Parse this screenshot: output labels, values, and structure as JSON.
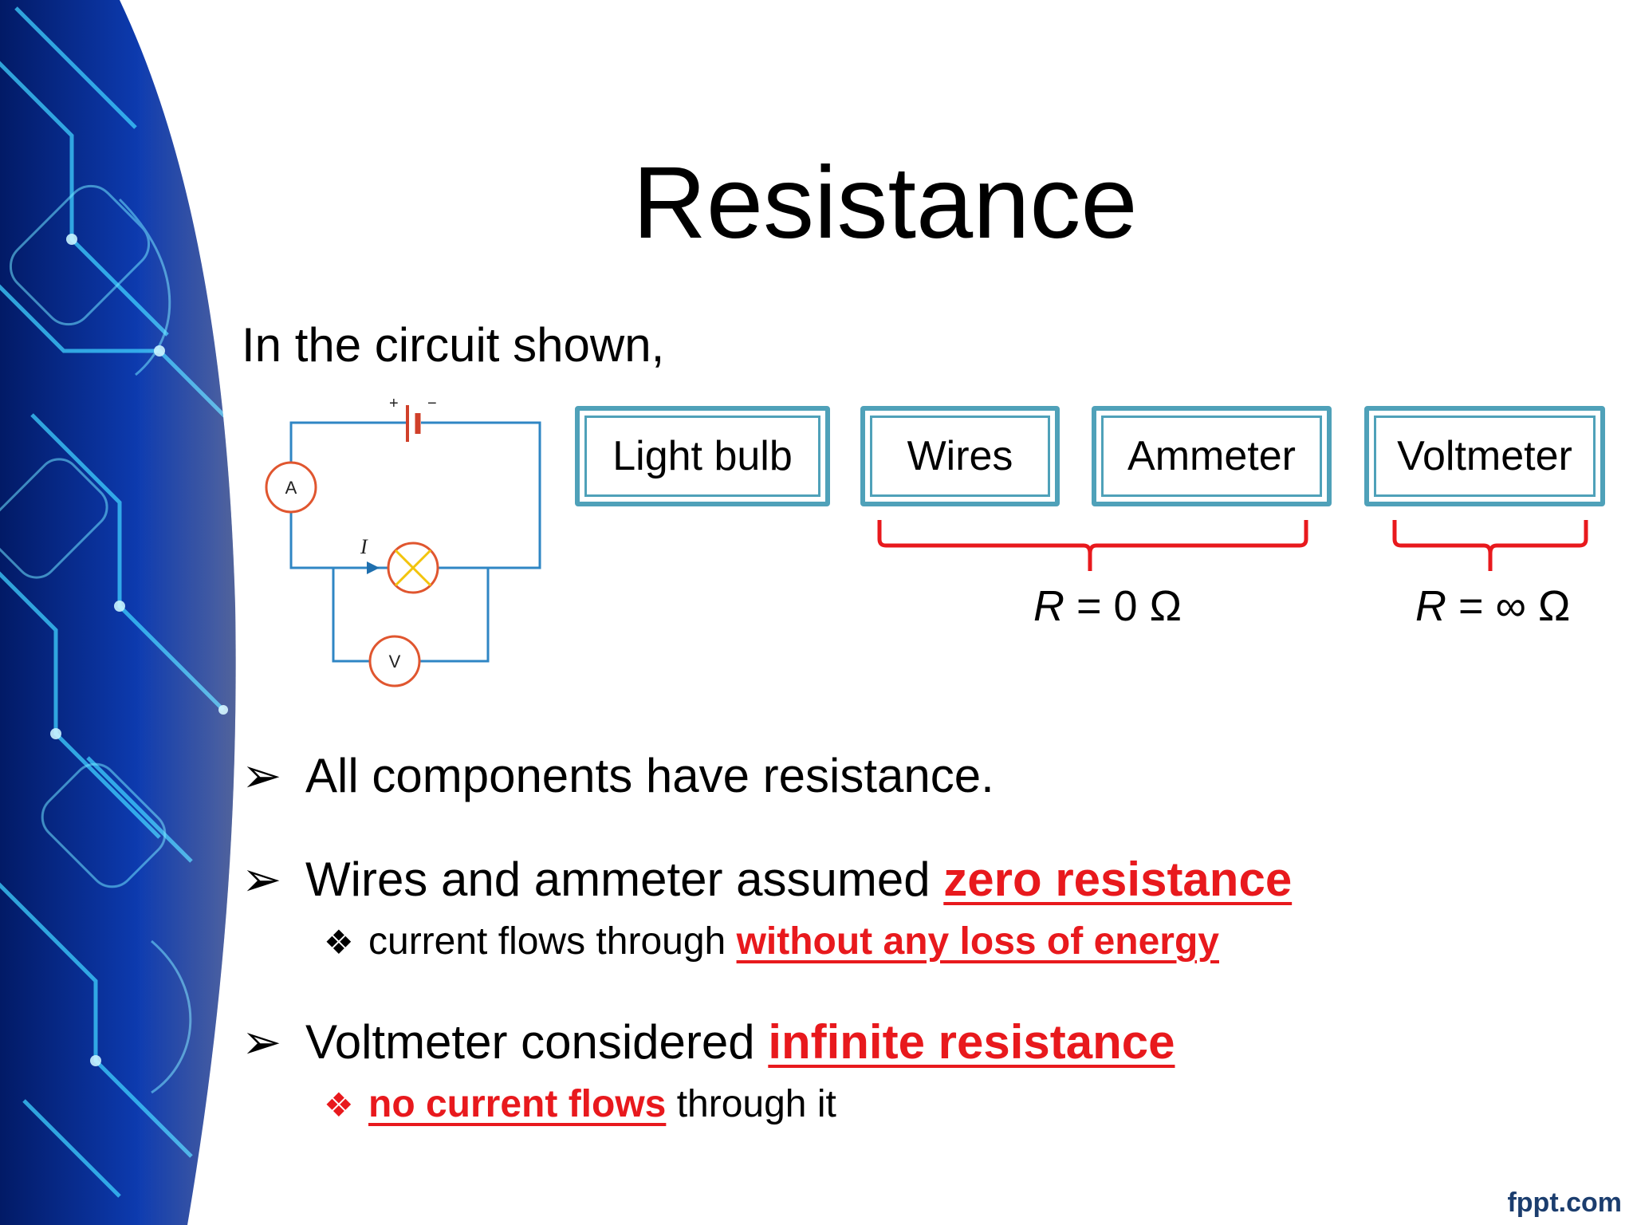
{
  "slide": {
    "title": "Resistance",
    "intro": "In the circuit shown,"
  },
  "circuit": {
    "battery_plus": "+",
    "battery_minus": "−",
    "ammeter_label": "A",
    "voltmeter_label": "V",
    "current_label": "I"
  },
  "components": {
    "light_bulb": "Light bulb",
    "wires": "Wires",
    "ammeter": "Ammeter",
    "voltmeter": "Voltmeter"
  },
  "resistance_values": {
    "zero_symbol": "R",
    "zero_rest": " = 0 Ω",
    "infinite_symbol": "R",
    "infinite_rest": " = ∞ Ω"
  },
  "bullets": {
    "b1": "All components have resistance.",
    "b2_text": "Wires and ammeter assumed ",
    "b2_highlight": "zero resistance",
    "b2_sub_text": "current flows through ",
    "b2_sub_highlight": "without any loss of energy",
    "b3_text": "Voltmeter considered ",
    "b3_highlight": "infinite resistance",
    "b3_sub_highlight": "no current flows",
    "b3_sub_text": " through it",
    "arrow_icon": "➢",
    "diamond_icon": "❖"
  },
  "footer": {
    "brand": "fppt.com"
  },
  "colors": {
    "accent_red": "#e8191d",
    "box_border": "#4fa1b9",
    "circuit_wire": "#2f86c4",
    "meter_ring": "#e0562f",
    "background_blue": "#0b2e8f"
  }
}
